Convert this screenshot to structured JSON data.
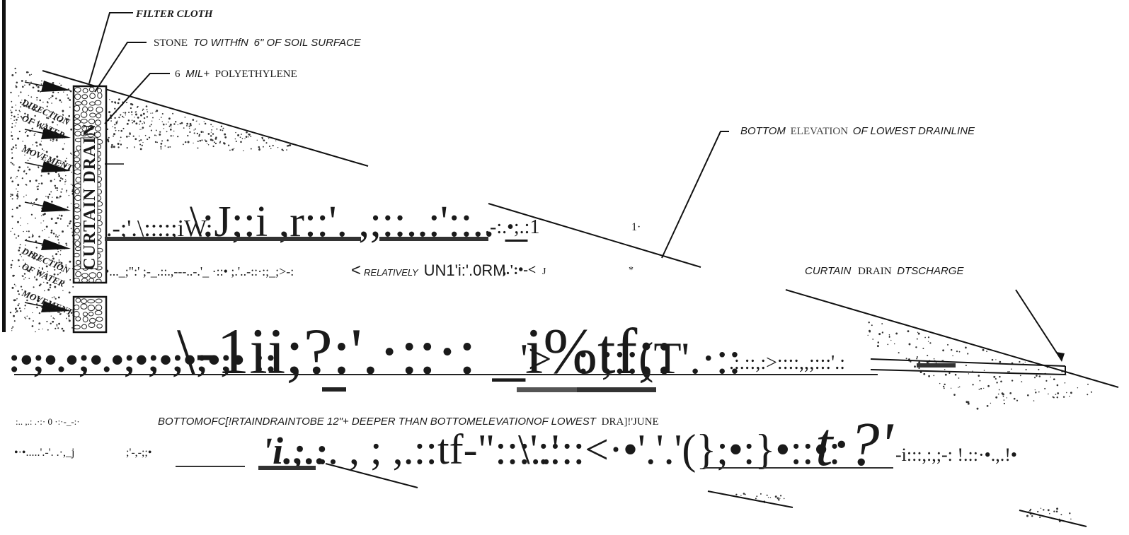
{
  "labels": {
    "filter_cloth": "FILTER CLOTH",
    "stone_a": "STONE",
    "stone_b": "TO WITHfN",
    "stone_c": "6\" OF SOIL SURFACE",
    "poly_a": "6",
    "poly_b": "MIL+",
    "poly_c": "POLYETHYLENE",
    "bottom_elev_a": "BOTTOM",
    "bottom_elev_b": "ELEVATION",
    "bottom_elev_c": "OF LOWEST DRAINLINE",
    "direction_1": "DIRECTION",
    "of_water_1": "OF WATER",
    "movement_1": "MOVEMENT",
    "direction_2": "DIRECTION",
    "of_water_2": "OF WATER",
    "movement_2": "MOVEMENT",
    "curtain_drain": "CURTAIN DRAIN",
    "discharge_a": "CURTAIN",
    "discharge_b": "DRAIN",
    "discharge_c": "DTSCHARGE",
    "relatively_a": "<",
    "relatively_b": "RELATIVELY",
    "relatively_c": "UN1'i:'.0RM",
    "bottom_note_a": "BOTTOMOFC[!RTAINDRAINTOBE 12\"+ DEEPER THAN BOTTOMELEVATIONOF LOWEST",
    "bottom_note_b": "DRA]!'JUNE",
    "one_mark": "1·"
  },
  "garbled": {
    "row1_small": ".-;'.\\::::;iW:",
    "row1_big": "\\:J;:i  ,r::'.  ,;::..:'::..  _",
    "row1_tail": ".-:.•;.:1",
    "row2_left": "•..._;\":' ;-_.::.,---..-.'_ ·::• ;.'..-::·:;_;>-:",
    "row2_right": ",.':•-<",
    "row2_j": "J",
    "row2_star": "*",
    "row3_dots": ":•;•.•;•.•;•;•;•;•;• ::",
    "row3_big": "\\-1ii;?:'.·::·:  _i%tf;:",
    "row3_mid": "'>",
    "row3_tail": ":  ;::(T'.·::",
    "row3_end": ".:.::,:>::::,,;:::'.:",
    "row4_left": ":..  ,.: .·:· 0 ·:·-_-:·",
    "row5_left": "•·•.....'.-'. .·,_j",
    "row5_mid": ";'-,-;;•",
    "row5_x": "'i.;.:",
    "row5_big": ".. , ; ,.::tf-\":::..'",
    "row5_big2": "\\'::::<·•'.'.'(};•:}•::•:",
    "row5_tp": "t·?'",
    "row5_end": "-i:::,:,;-: !.::·•.,.!•"
  }
}
